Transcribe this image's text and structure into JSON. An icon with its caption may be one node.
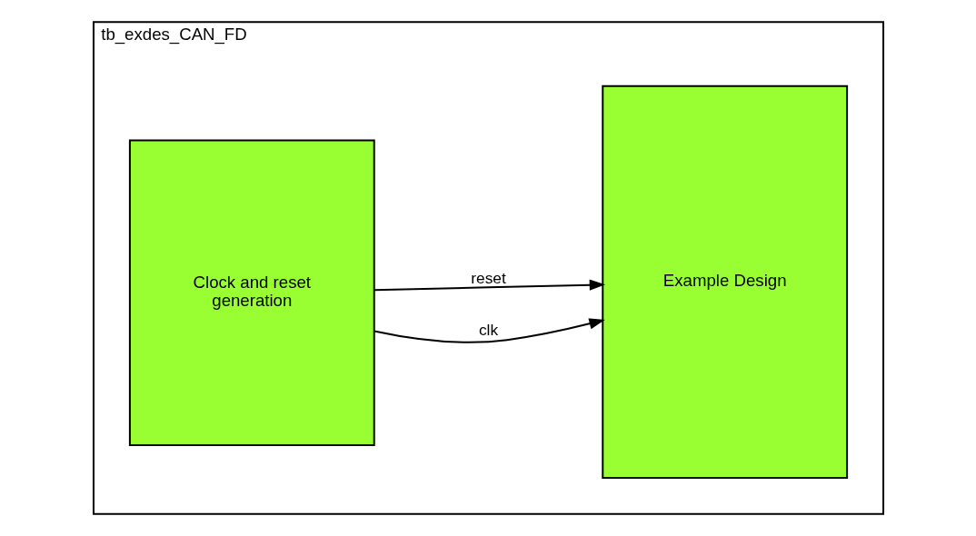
{
  "diagram": {
    "nodes": [
      {
        "text": [
          "tb_exdes_CAN_FD"
        ]
      },
      {
        "text": [
          "Clock and reset generation"
        ],
        "in": 0
      },
      {
        "text": [
          "Example Design"
        ],
        "in": 0
      }
    ],
    "edges": [
      {
        "from": 1,
        "to": 2,
        "arrow": "to",
        "label": "clk"
      },
      {
        "from": 1,
        "to": 2,
        "arrow": "to",
        "label": "reset"
      }
    ]
  }
}
